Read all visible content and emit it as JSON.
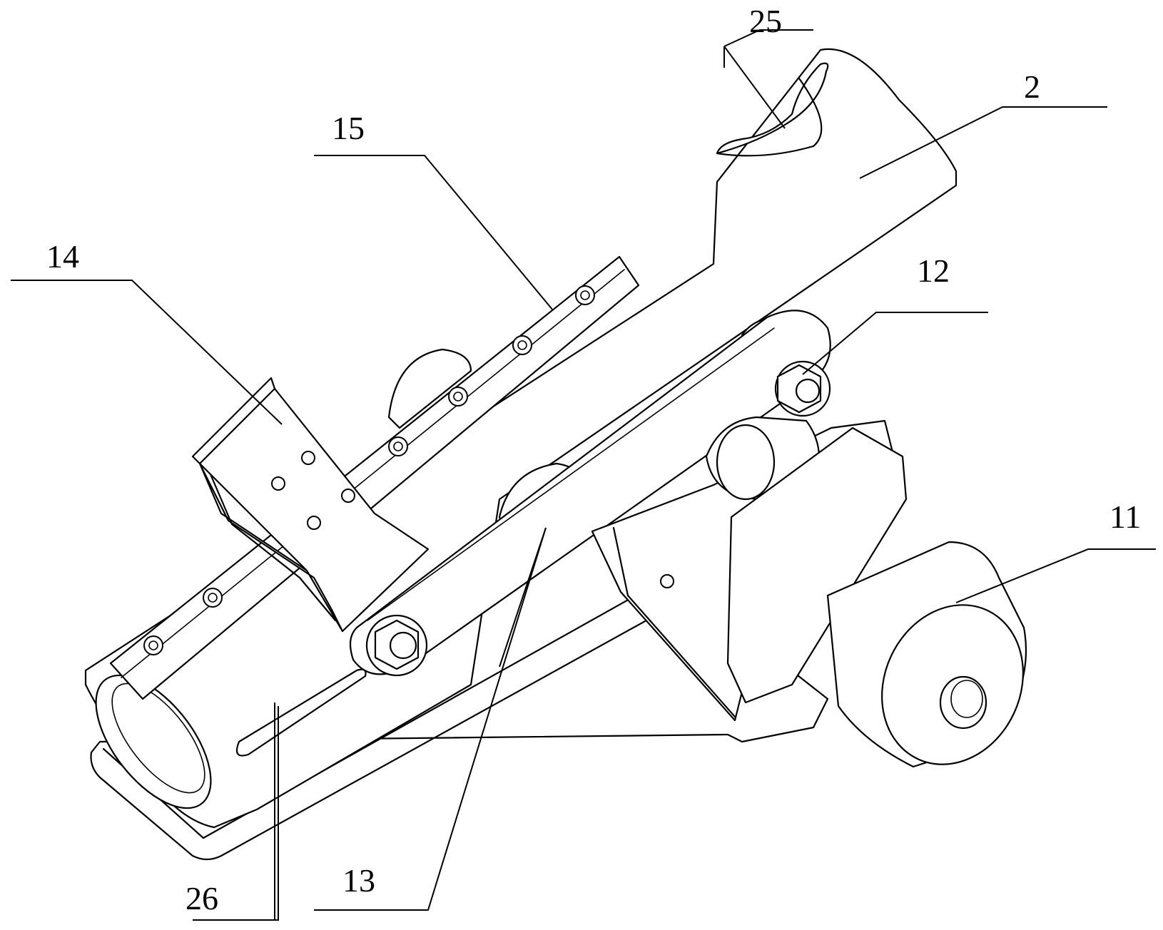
{
  "diagram": {
    "labels": {
      "l2": "2",
      "l11": "11",
      "l12": "12",
      "l13": "13",
      "l14": "14",
      "l15": "15",
      "l25": "25",
      "l26": "26"
    }
  }
}
